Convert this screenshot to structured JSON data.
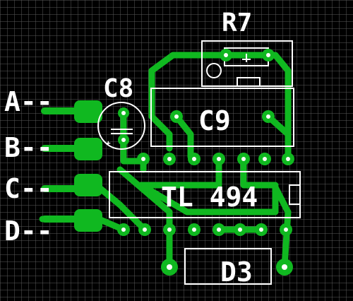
{
  "board": {
    "background": "#000000",
    "grid_color": "#5a5a5a",
    "copper_color": "#10b820",
    "silkscreen_color": "#ffffff"
  },
  "labels": {
    "r7": "R7",
    "c8": "C8",
    "c9": "C9",
    "ic": "TL 494",
    "d3": "D3",
    "in_a": "A--",
    "in_b": "B--",
    "in_c": "C--",
    "in_d": "D--"
  },
  "c8_polarity": "+"
}
